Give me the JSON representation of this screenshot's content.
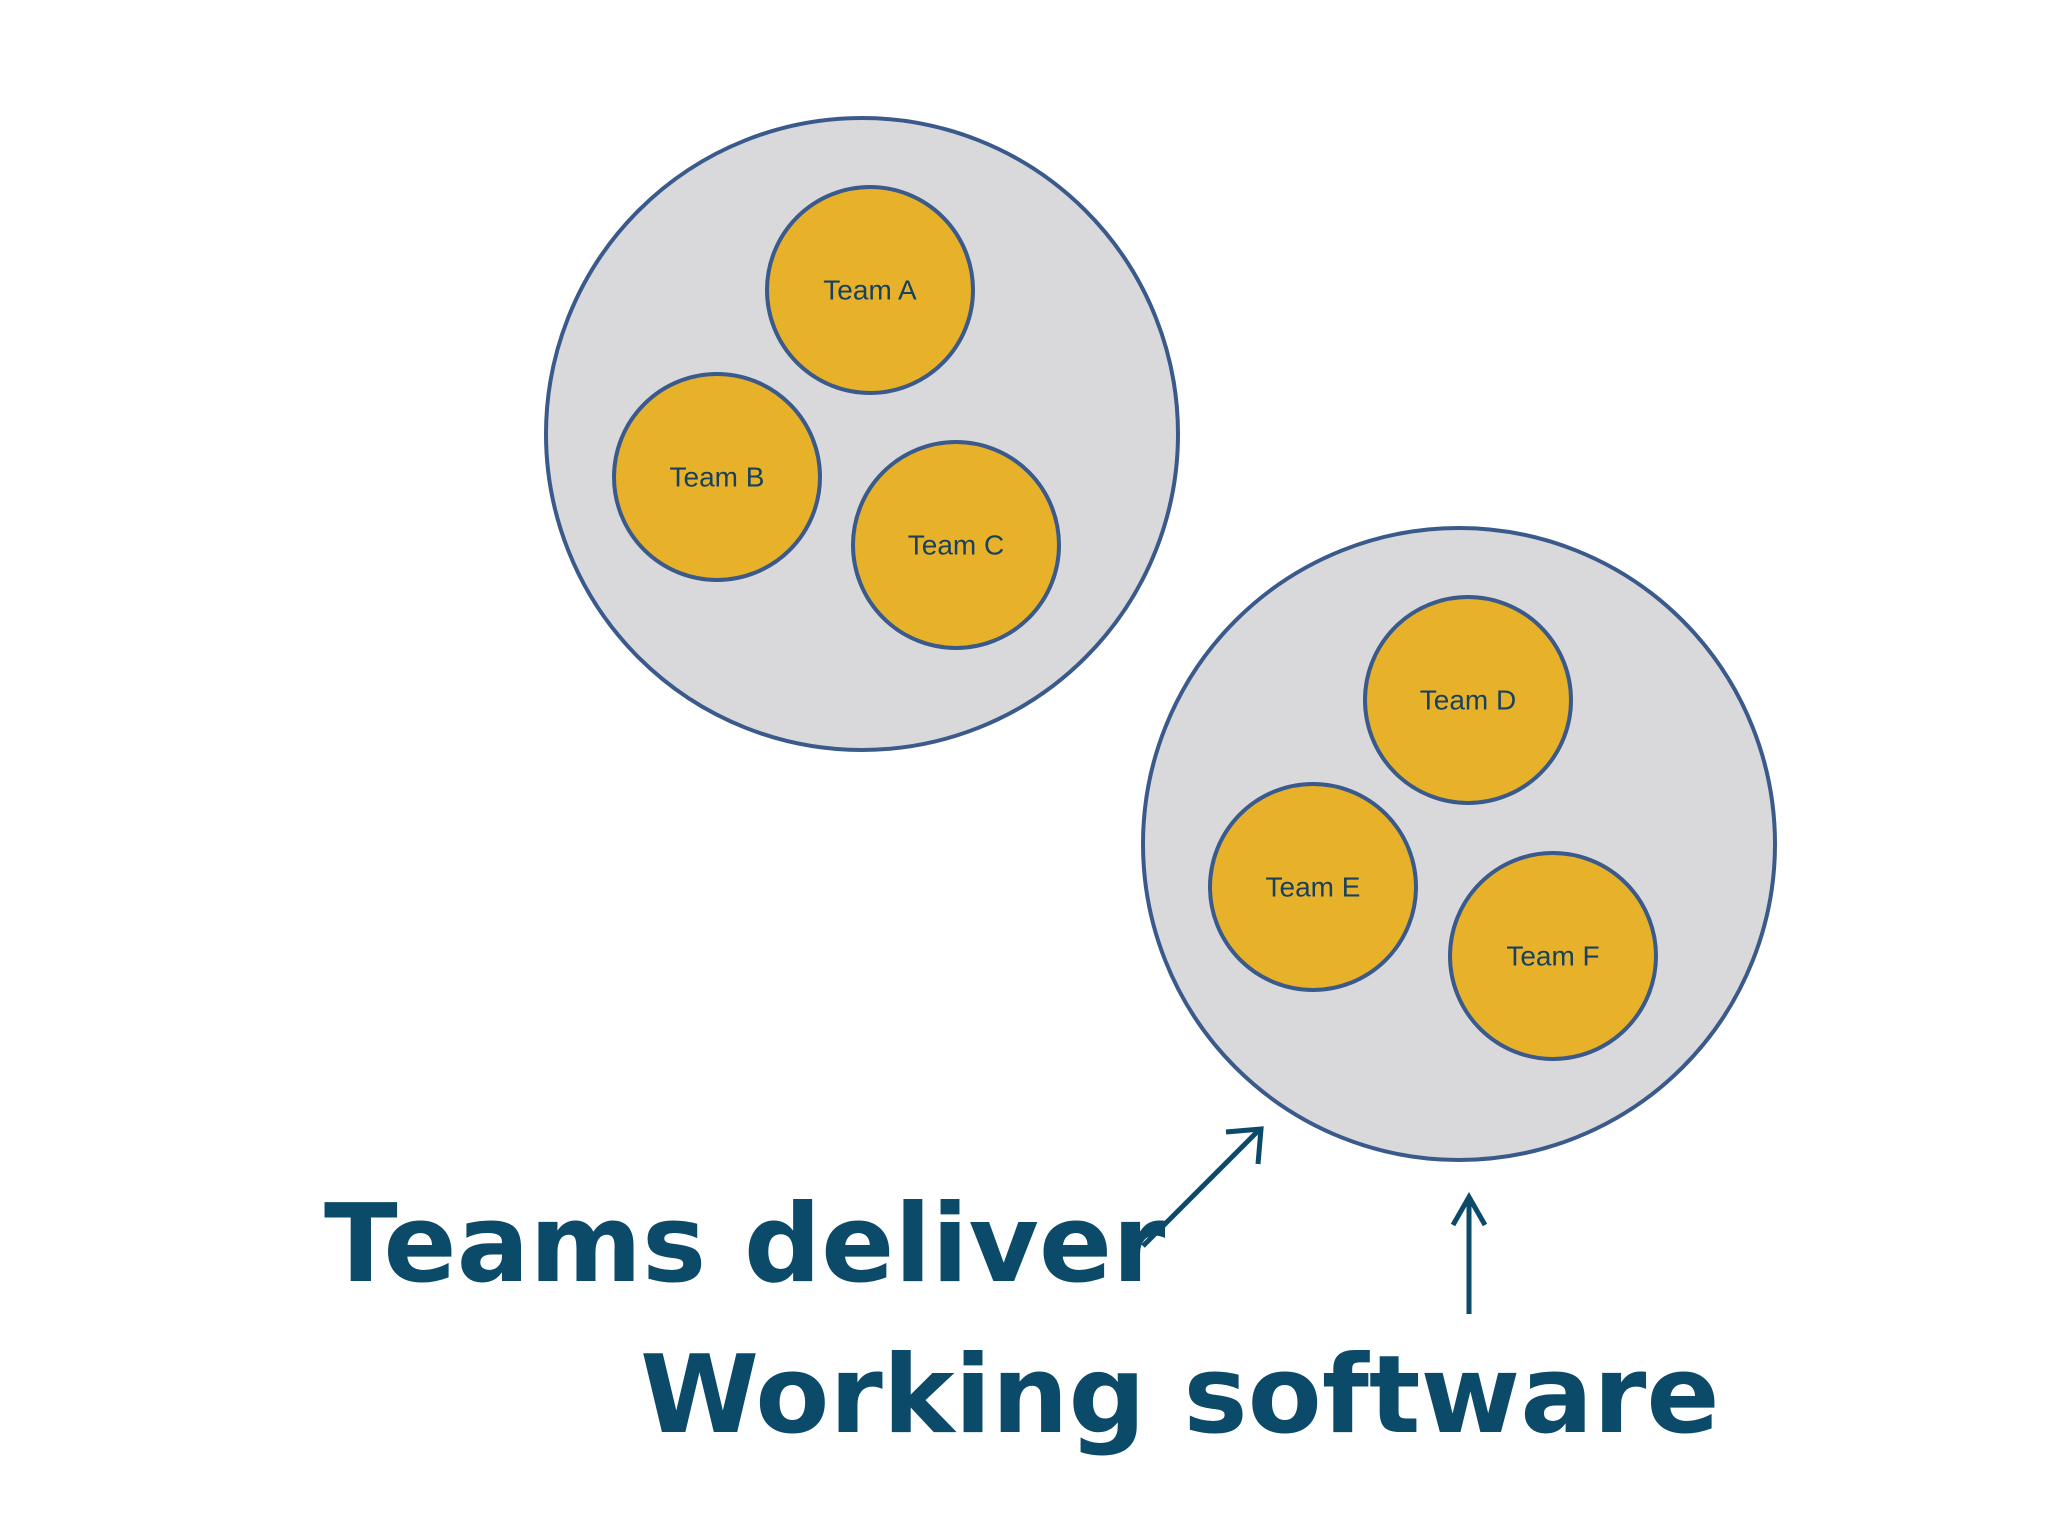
{
  "groups": [
    {
      "teams": [
        {
          "label": "Team A"
        },
        {
          "label": "Team B"
        },
        {
          "label": "Team C"
        }
      ]
    },
    {
      "teams": [
        {
          "label": "Team D"
        },
        {
          "label": "Team E"
        },
        {
          "label": "Team F"
        }
      ]
    }
  ],
  "captions": {
    "line1": "Teams deliver",
    "line2": "Working software"
  },
  "colors": {
    "outer_fill": "#d9d9db",
    "outer_stroke": "#3a5a8c",
    "team_fill": "#e8b12a",
    "text_dark": "#0c4a6a"
  }
}
